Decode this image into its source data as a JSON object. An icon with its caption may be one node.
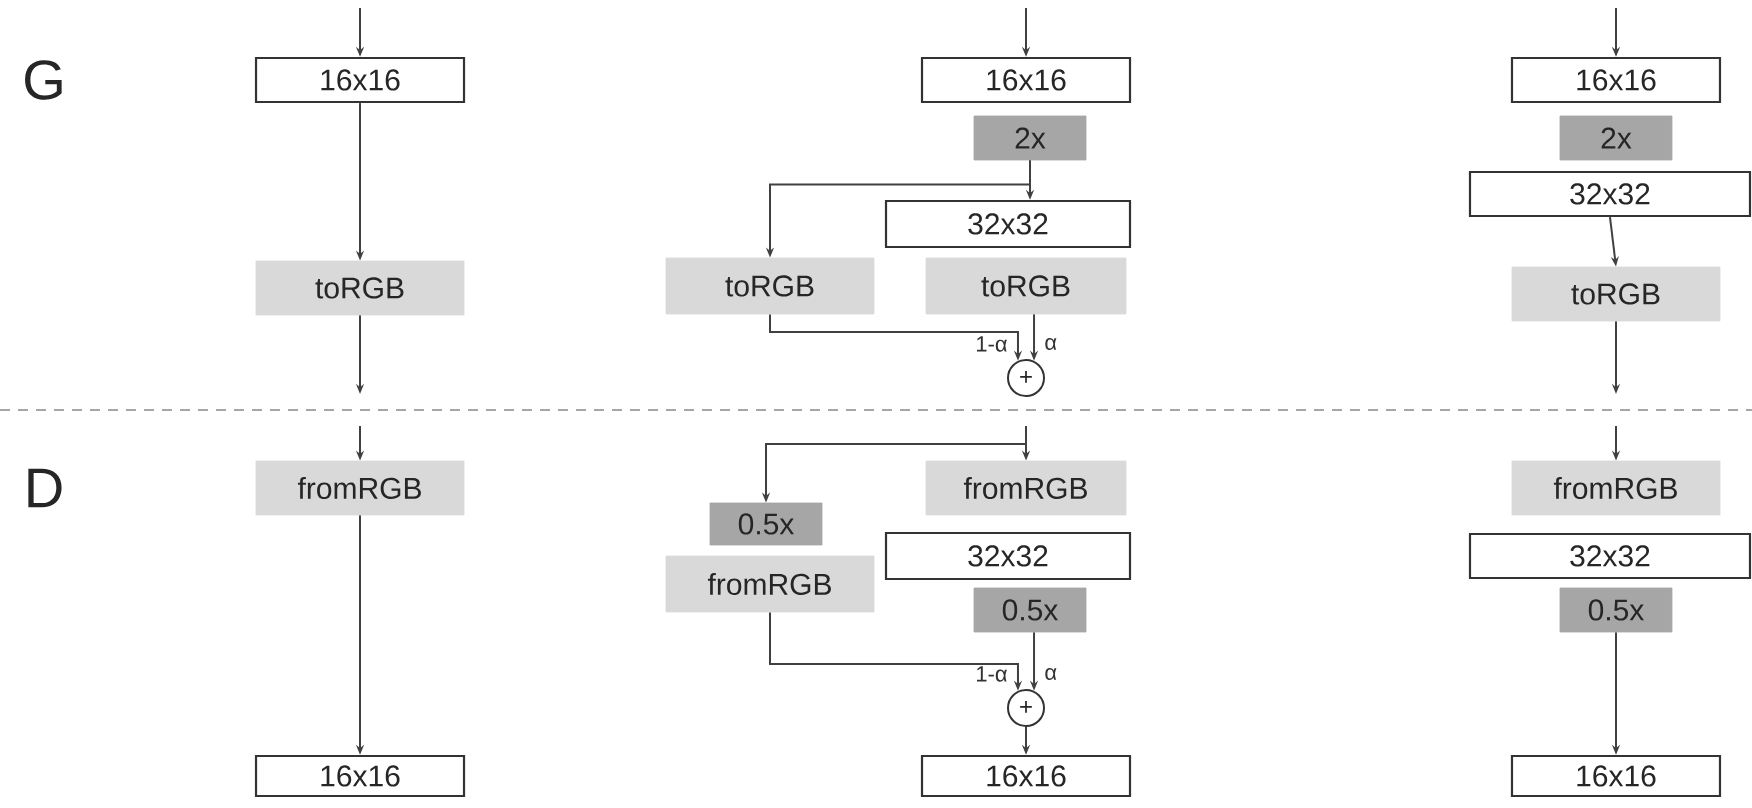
{
  "diagram": {
    "nodes": [
      {
        "text": [
          "16x16"
        ]
      },
      {
        "text": [
          "toRGB"
        ]
      },
      {
        "text": [
          "fromRGB"
        ]
      },
      {
        "text": [
          "16x16"
        ]
      },
      {
        "text": [
          "16x16"
        ]
      },
      {
        "text": [
          "2x"
        ]
      },
      {
        "text": [
          "32x32"
        ]
      },
      {
        "text": [
          "toRGB"
        ]
      },
      {
        "text": [
          "toRGB"
        ]
      },
      {
        "text": [
          "+"
        ]
      },
      {
        "text": [
          "fromRGB"
        ]
      },
      {
        "text": [
          "0.5x"
        ]
      },
      {
        "text": [
          "fromRGB"
        ]
      },
      {
        "text": [
          "32x32"
        ]
      },
      {
        "text": [
          "0.5x"
        ]
      },
      {
        "text": [
          "+"
        ]
      },
      {
        "text": [
          "16x16"
        ]
      },
      {
        "text": [
          "16x16"
        ]
      },
      {
        "text": [
          "2x"
        ]
      },
      {
        "text": [
          "32x32"
        ]
      },
      {
        "text": [
          "toRGB"
        ]
      },
      {
        "text": [
          "fromRGB"
        ]
      },
      {
        "text": [
          "32x32"
        ]
      },
      {
        "text": [
          "0.5x"
        ]
      },
      {
        "text": [
          "16x16"
        ]
      }
    ],
    "edges": [
      {
        "from": null,
        "to": 0,
        "arrow": "to"
      },
      {
        "from": 0,
        "to": 1,
        "arrow": "to"
      },
      {
        "from": 1,
        "to": null,
        "arrow": "to"
      },
      {
        "from": null,
        "to": 4,
        "arrow": "to"
      },
      {
        "from": 5,
        "to": 6,
        "arrow": "to"
      },
      {
        "from": 5,
        "to": 7,
        "arrow": "to"
      },
      {
        "from": 7,
        "to": 9,
        "arrow": "to",
        "label": "1-α"
      },
      {
        "from": 8,
        "to": 9,
        "arrow": "to",
        "label": "α"
      },
      {
        "from": null,
        "to": 17,
        "arrow": "to"
      },
      {
        "from": 19,
        "to": 20,
        "arrow": "to"
      },
      {
        "from": 20,
        "to": null,
        "arrow": "to"
      },
      {
        "from": null,
        "to": 2,
        "arrow": "to"
      },
      {
        "from": 2,
        "to": 3,
        "arrow": "to"
      },
      {
        "from": null,
        "to": 10,
        "arrow": "to"
      },
      {
        "from": null,
        "to": 11,
        "arrow": "to"
      },
      {
        "from": 12,
        "to": 15,
        "arrow": "to",
        "label": "1-α"
      },
      {
        "from": 14,
        "to": 15,
        "arrow": "to",
        "label": "α"
      },
      {
        "from": 15,
        "to": 16,
        "arrow": "to"
      },
      {
        "from": null,
        "to": 21,
        "arrow": "to"
      },
      {
        "from": 23,
        "to": 24,
        "arrow": "to"
      }
    ],
    "labels": [
      "G",
      "D"
    ]
  }
}
